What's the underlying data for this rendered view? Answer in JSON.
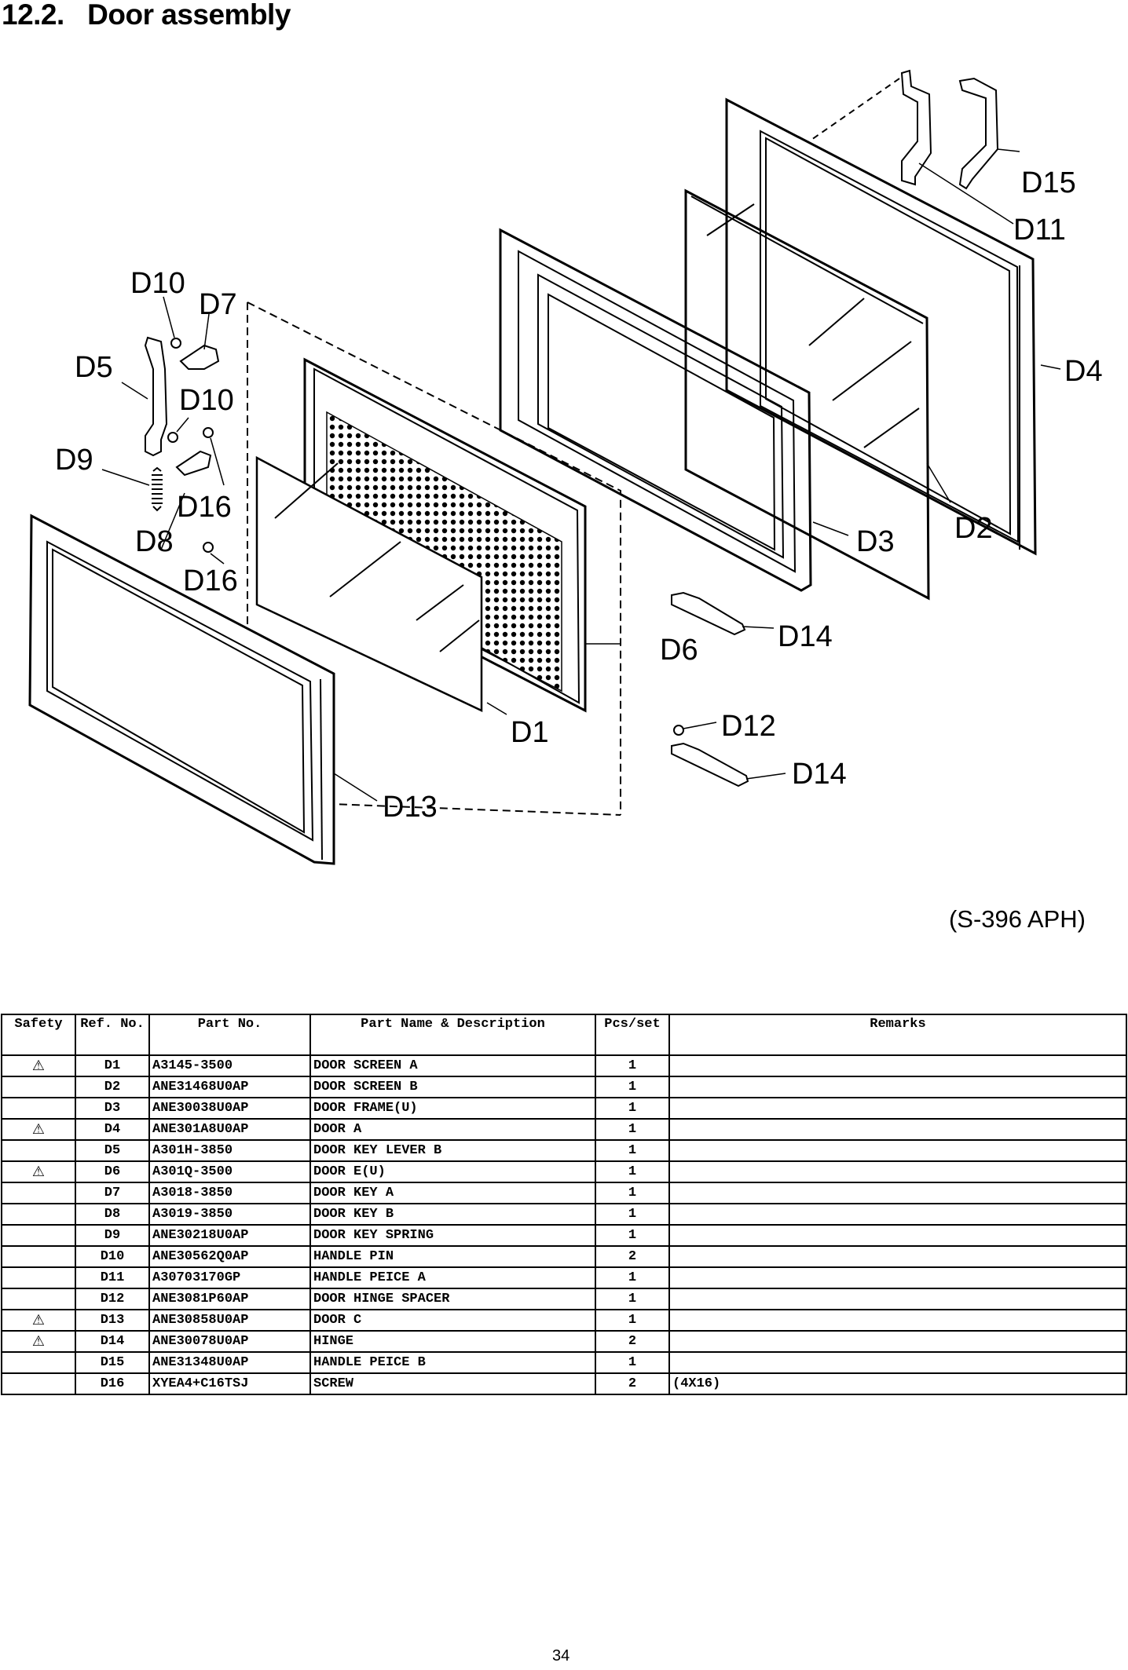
{
  "section": {
    "number": "12.2.",
    "title": "Door assembly"
  },
  "diagram": {
    "model_label": "(S-396 APH)",
    "callouts": [
      "D1",
      "D2",
      "D3",
      "D4",
      "D5",
      "D6",
      "D7",
      "D8",
      "D9",
      "D10",
      "D10",
      "D11",
      "D12",
      "D13",
      "D14",
      "D14",
      "D15",
      "D16",
      "D16"
    ]
  },
  "table": {
    "headers": {
      "safety": "Safety",
      "ref_no": "Ref. No.",
      "part_no": "Part No.",
      "description": "Part Name & Description",
      "pcs": "Pcs/set",
      "remarks": "Remarks"
    },
    "safety_symbol": "⚠",
    "rows": [
      {
        "safety": "⚠",
        "ref": "D1",
        "part": "A3145-3500",
        "desc": "DOOR SCREEN A",
        "pcs": "1",
        "remarks": ""
      },
      {
        "safety": "",
        "ref": "D2",
        "part": "ANE31468U0AP",
        "desc": "DOOR SCREEN B",
        "pcs": "1",
        "remarks": ""
      },
      {
        "safety": "",
        "ref": "D3",
        "part": "ANE30038U0AP",
        "desc": "DOOR FRAME(U)",
        "pcs": "1",
        "remarks": ""
      },
      {
        "safety": "⚠",
        "ref": "D4",
        "part": "ANE301A8U0AP",
        "desc": "DOOR A",
        "pcs": "1",
        "remarks": ""
      },
      {
        "safety": "",
        "ref": "D5",
        "part": "A301H-3850",
        "desc": "DOOR KEY LEVER B",
        "pcs": "1",
        "remarks": ""
      },
      {
        "safety": "⚠",
        "ref": "D6",
        "part": "A301Q-3500",
        "desc": "DOOR E(U)",
        "pcs": "1",
        "remarks": ""
      },
      {
        "safety": "",
        "ref": "D7",
        "part": "A3018-3850",
        "desc": "DOOR KEY A",
        "pcs": "1",
        "remarks": ""
      },
      {
        "safety": "",
        "ref": "D8",
        "part": "A3019-3850",
        "desc": "DOOR KEY B",
        "pcs": "1",
        "remarks": ""
      },
      {
        "safety": "",
        "ref": "D9",
        "part": "ANE30218U0AP",
        "desc": "DOOR KEY SPRING",
        "pcs": "1",
        "remarks": ""
      },
      {
        "safety": "",
        "ref": "D10",
        "part": "ANE30562Q0AP",
        "desc": "HANDLE PIN",
        "pcs": "2",
        "remarks": ""
      },
      {
        "safety": "",
        "ref": "D11",
        "part": "A30703170GP",
        "desc": "HANDLE PEICE A",
        "pcs": "1",
        "remarks": ""
      },
      {
        "safety": "",
        "ref": "D12",
        "part": "ANE3081P60AP",
        "desc": "DOOR HINGE SPACER",
        "pcs": "1",
        "remarks": ""
      },
      {
        "safety": "⚠",
        "ref": "D13",
        "part": "ANE30858U0AP",
        "desc": "DOOR C",
        "pcs": "1",
        "remarks": ""
      },
      {
        "safety": "⚠",
        "ref": "D14",
        "part": "ANE30078U0AP",
        "desc": "HINGE",
        "pcs": "2",
        "remarks": ""
      },
      {
        "safety": "",
        "ref": "D15",
        "part": "ANE31348U0AP",
        "desc": "HANDLE PEICE B",
        "pcs": "1",
        "remarks": ""
      },
      {
        "safety": "",
        "ref": "D16",
        "part": "XYEA4+C16TSJ",
        "desc": "SCREW",
        "pcs": "2",
        "remarks": "(4X16)"
      }
    ]
  },
  "footer": {
    "page_number": "34"
  }
}
